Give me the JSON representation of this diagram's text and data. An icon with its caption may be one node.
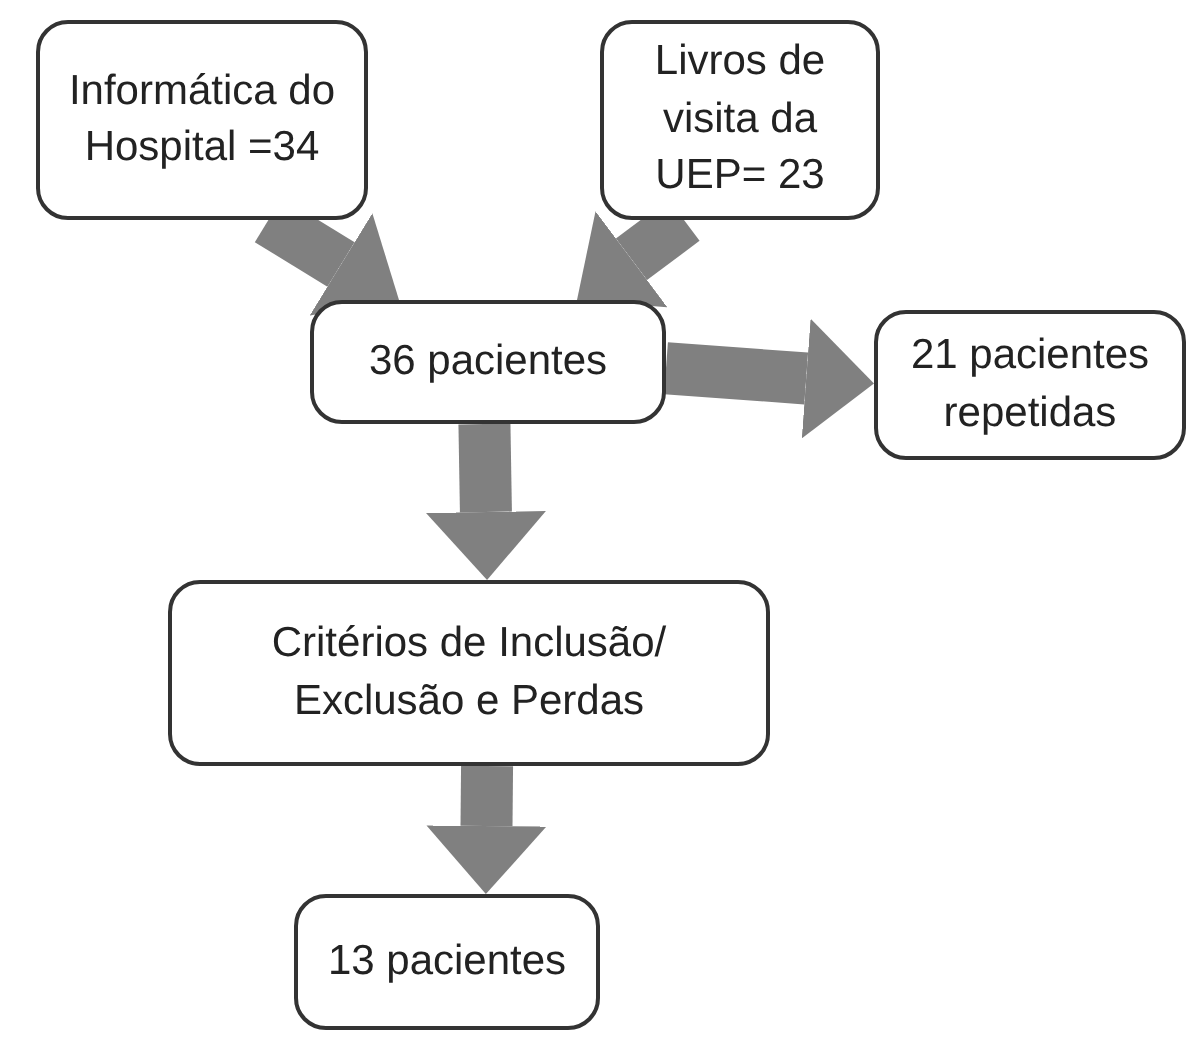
{
  "diagram": {
    "nodes": [
      {
        "text": [
          "Informática do Hospital =34"
        ]
      },
      {
        "text": [
          "Livros de visita da UEP= 23"
        ]
      },
      {
        "text": [
          "36 pacientes"
        ]
      },
      {
        "text": [
          "21 pacientes repetidas"
        ]
      },
      {
        "text": [
          "Critérios de Inclusão/ Exclusão e Perdas"
        ]
      },
      {
        "text": [
          "13 pacientes"
        ]
      }
    ],
    "edges": [
      {
        "from": 0,
        "to": 2,
        "arrow": "to"
      },
      {
        "from": 1,
        "to": 2,
        "arrow": "to"
      },
      {
        "from": 2,
        "to": 3,
        "arrow": "to"
      },
      {
        "from": 2,
        "to": 4,
        "arrow": "to"
      },
      {
        "from": 4,
        "to": 5,
        "arrow": "to"
      }
    ]
  }
}
